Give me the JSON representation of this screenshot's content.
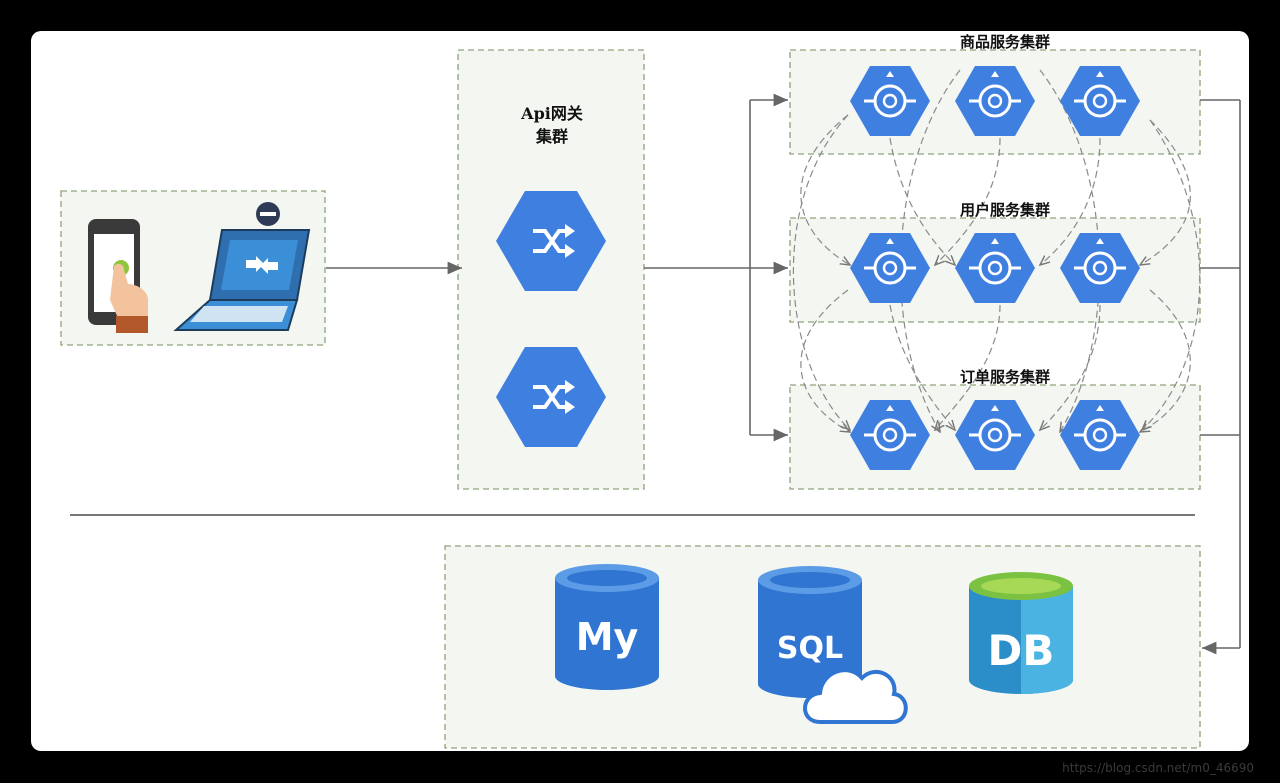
{
  "gateway": {
    "title_line1": "Api网关",
    "title_line2": "集群"
  },
  "clusters": [
    {
      "name": "商品服务集群"
    },
    {
      "name": "用户服务集群"
    },
    {
      "name": "订单服务集群"
    }
  ],
  "databases": [
    {
      "text": "My"
    },
    {
      "text": "SQL"
    },
    {
      "text": "DB"
    }
  ],
  "footer": {
    "watermark": "https://blog.csdn.net/m0_46690"
  },
  "colors": {
    "service_blue": "#3f7fe0",
    "panel_fill": "#f4f6f1",
    "panel_border": "#8fa27a",
    "line": "#666666"
  }
}
